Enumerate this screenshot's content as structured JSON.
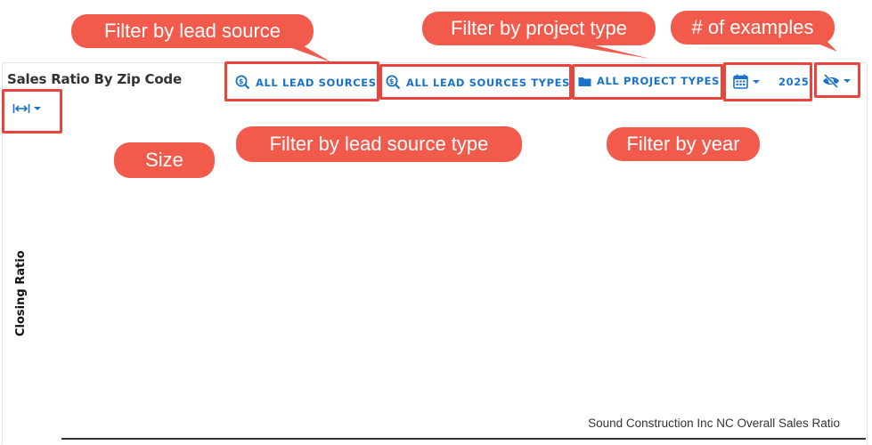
{
  "widget": {
    "title": "Sales Ratio By Zip Code"
  },
  "filters": {
    "lead_source": "ALL LEAD SOURCES",
    "lead_source_type": "ALL LEAD SOURCES TYPES",
    "project_type": "ALL PROJECT TYPES",
    "year": "2025"
  },
  "callouts": {
    "lead_source": "Filter by lead source",
    "project_type": "Filter by project type",
    "examples": "# of examples",
    "lead_source_type": "Filter by lead source type",
    "year": "Filter by year",
    "size": "Size"
  },
  "chart": {
    "ylabel": "Closing Ratio",
    "overall_label": "Sound Construction Inc NC Overall Sales Ratio"
  },
  "colors": {
    "accent": "#1a73c8",
    "callout": "#f25a4c",
    "highlight": "#e8453c"
  }
}
